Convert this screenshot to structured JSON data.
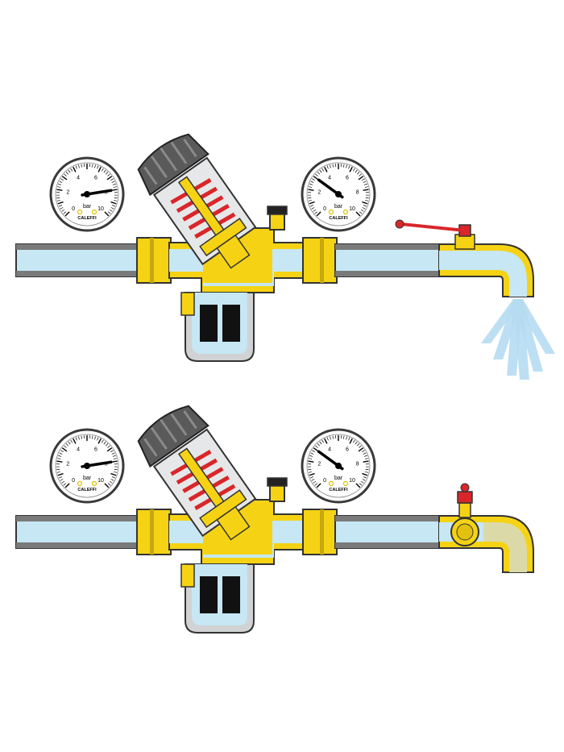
{
  "gauges": {
    "scale_labels": [
      "0",
      "2",
      "4",
      "6",
      "8",
      "10"
    ],
    "unit": "bar",
    "brand": "CALEFFI"
  },
  "top": {
    "state": "tap open",
    "upstream_gauge_reading": 8,
    "downstream_gauge_reading": 3,
    "tap_open": true
  },
  "bottom": {
    "state": "tap closed",
    "upstream_gauge_reading": 8,
    "downstream_gauge_reading": 3,
    "tap_open": false
  },
  "colors": {
    "water": "#c6e7f3",
    "brass": "#f5d314",
    "brass_outline": "#3a3a3a",
    "pipe_grey": "#7a7a7a",
    "spring": "#d9262a",
    "handle": "#d9262a",
    "filter_bowl": "#b7b9bc",
    "cap": "#5a5a5a",
    "spray": "#b6dcf2",
    "stagnant_water": "#dcd9a8"
  }
}
